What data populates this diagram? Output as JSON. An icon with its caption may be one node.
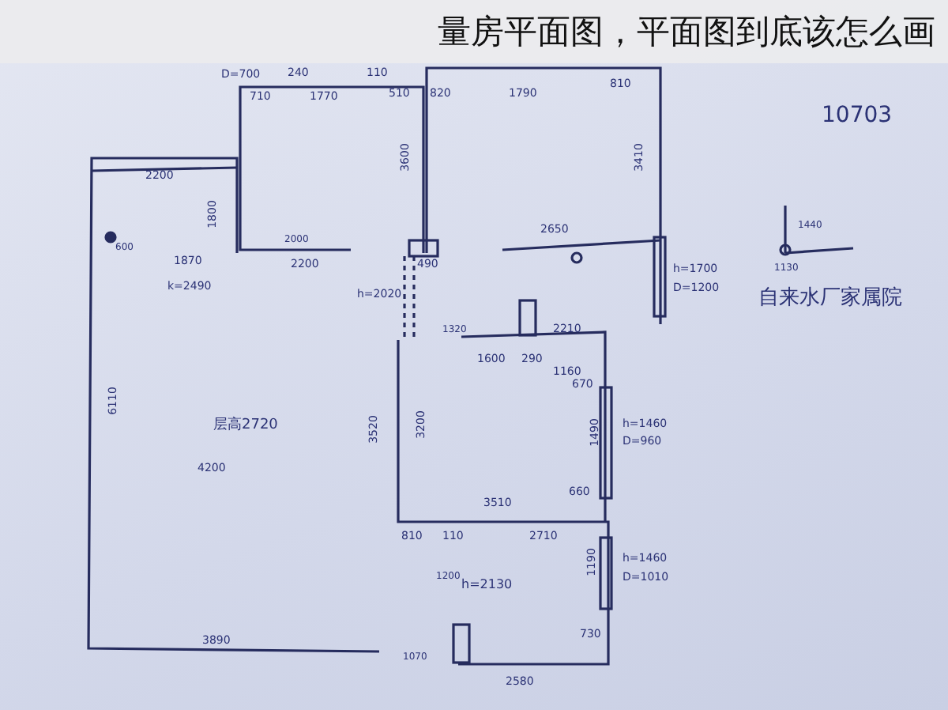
{
  "diagram": {
    "title": "量房平面图，平面图到底该怎么画",
    "labels": [
      "D=700",
      "240",
      "110",
      "710",
      "1770",
      "510",
      "820",
      "1790",
      "810",
      "10703",
      "2200",
      "3600",
      "3410",
      "1800",
      "2650",
      "600",
      "1870",
      "2000",
      "2200",
      "490",
      "h=1700",
      "D=1200",
      "1440",
      "1130",
      "k=2490",
      "自来水厂家属院",
      "h=2020",
      "1320",
      "2210",
      "1600",
      "290",
      "1160",
      "670",
      "6110",
      "层高2720",
      "4200",
      "3520",
      "3200",
      "1490",
      "h=1460",
      "D=960",
      "660",
      "3510",
      "810",
      "110",
      "2710",
      "1200",
      "h=2130",
      "1190",
      "h=1460",
      "D=1010",
      "730",
      "3890",
      "1070",
      "2580"
    ]
  }
}
